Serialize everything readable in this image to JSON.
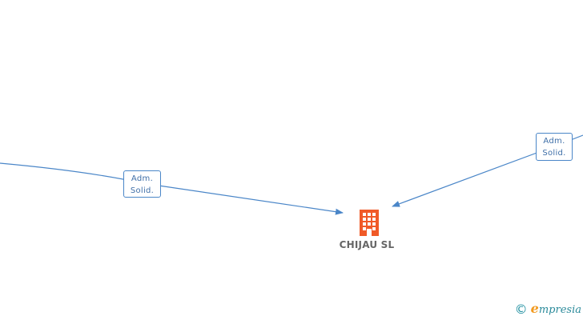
{
  "company": {
    "name": "CHIJAU SL",
    "icon": "building-icon",
    "icon_color": "#f05a28"
  },
  "relations": [
    {
      "label_line1": "Adm.",
      "label_line2": "Solid.",
      "direction": "incoming-from-left"
    },
    {
      "label_line1": "Adm.",
      "label_line2": "Solid.",
      "direction": "incoming-from-right"
    }
  ],
  "colors": {
    "edge": "#4a86c8",
    "label_text": "#3f6fa8",
    "company_text": "#666666"
  },
  "watermark": {
    "symbol": "©",
    "brand_first": "e",
    "brand_rest": "mpresia"
  }
}
